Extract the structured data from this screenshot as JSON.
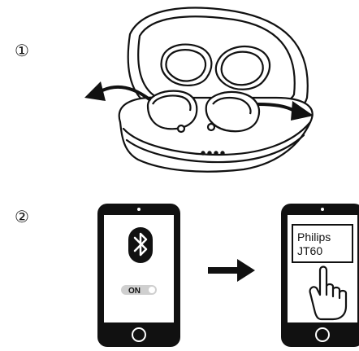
{
  "steps": [
    {
      "number": "①"
    },
    {
      "number": "②"
    }
  ],
  "phone_left": {
    "toggle_label": "ON",
    "icons": [
      "bluetooth-icon"
    ]
  },
  "phone_right": {
    "device_name_line1": "Philips",
    "device_name_line2": "JT60",
    "icons": [
      "tap-hand-icon"
    ]
  },
  "colors": {
    "ink": "#111111",
    "toggle_bg": "#cfcfcf"
  }
}
